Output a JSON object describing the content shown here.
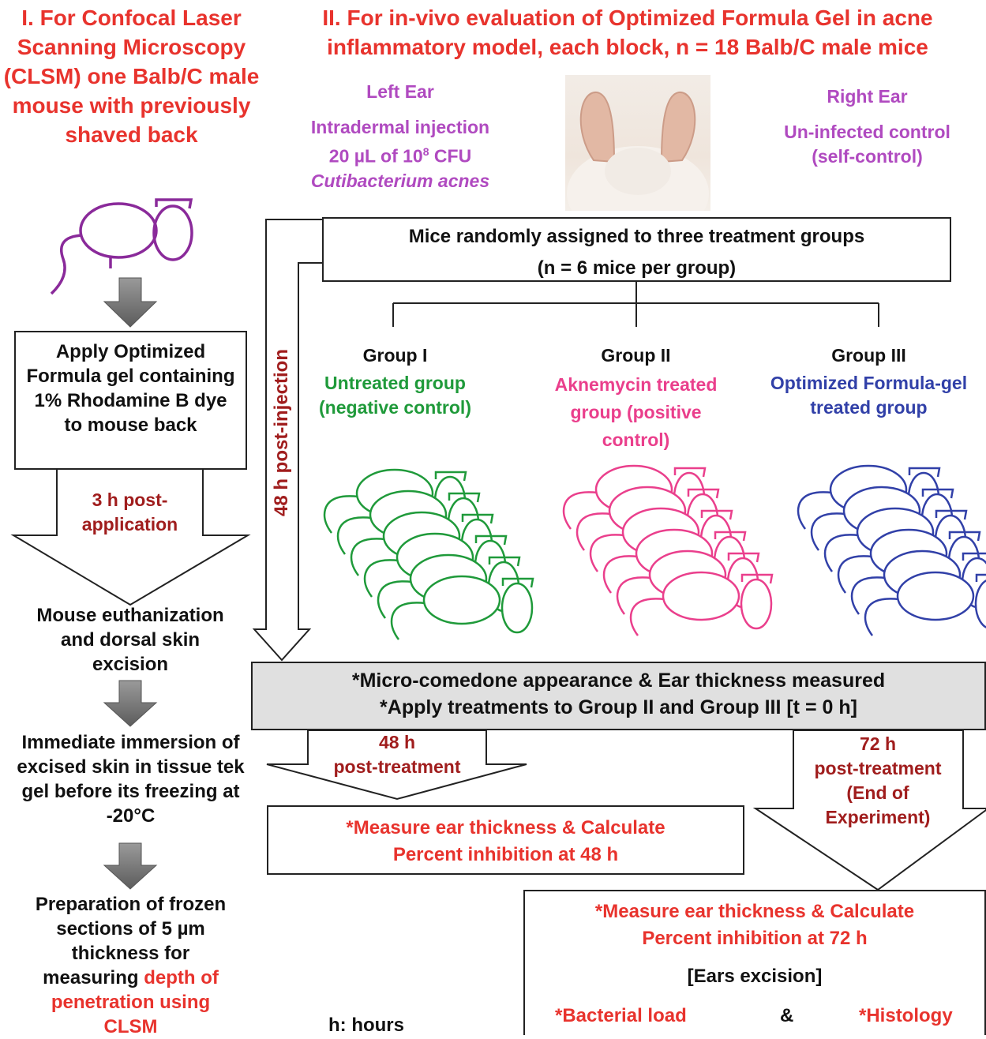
{
  "section1": {
    "title": "I. For Confocal Laser Scanning Microscopy (CLSM) one Balb/C male mouse with previously shaved back",
    "apply_box": "Apply Optimized Formula gel containing 1% Rhodamine B dye to mouse back",
    "post_application": "3 h post-application",
    "euthanization": "Mouse euthanization and dorsal skin excision",
    "immersion": "Immediate immersion of excised skin in tissue tek gel before its freezing at -20°C",
    "prep_part1": "Preparation of frozen sections of 5 µm thickness for measuring",
    "prep_part2": "depth of penetration using CLSM"
  },
  "section2": {
    "title_line1": "II. For in-vivo evaluation of Optimized Formula Gel in acne",
    "title_line2": "inflammatory model, each block, n = 18 Balb/C male mice",
    "left_ear": {
      "heading": "Left Ear",
      "line1": "Intradermal injection",
      "line2_pre": "20 µL of 10",
      "line2_sup": "8",
      "line2_post": " CFU",
      "line3": "Cutibacterium acnes"
    },
    "right_ear": {
      "heading": "Right Ear",
      "line1": "Un-infected control",
      "line2": "(self-control)"
    },
    "assign_line1": "Mice randomly assigned to three treatment groups",
    "assign_line2": "(n = 6 mice per group)",
    "post_injection": "48 h post-injection",
    "groups": [
      {
        "name": "Group I",
        "desc": "Untreated group (negative control)",
        "color": "#1f9a3a"
      },
      {
        "name": "Group II",
        "desc": "Aknemycin treated group (positive control)",
        "color": "#ea3f8c"
      },
      {
        "name": "Group III",
        "desc": "Optimized Formula-gel treated group",
        "color": "#3140a8"
      }
    ],
    "measure_line1": "*Micro-comedone appearance & Ear thickness measured",
    "measure_line2": "*Apply treatments to Group II and Group III  [t = 0 h]",
    "post48": {
      "line1": "48 h",
      "line2": "post-treatment"
    },
    "post72": {
      "line1": "72 h",
      "line2": "post-treatment",
      "line3": "(End of",
      "line4": "Experiment)"
    },
    "calc48_line1": "*Measure ear thickness & Calculate",
    "calc48_line2": "Percent inhibition at 48 h",
    "calc72_line1": "*Measure ear thickness & Calculate",
    "calc72_line2": "Percent inhibition at 72 h",
    "excision": "[Ears excision]",
    "bacterial": "*Bacterial load",
    "amp": "&",
    "histology": "*Histology",
    "footnote": "h: hours"
  },
  "colors": {
    "title_red": "#e8332d",
    "dark_red": "#a01d1d",
    "purple": "#b04ac0",
    "mouse_purple": "#8a2a9a",
    "gray_box": "#e0e0e0",
    "gray_arrow": "#6b6b6b"
  }
}
